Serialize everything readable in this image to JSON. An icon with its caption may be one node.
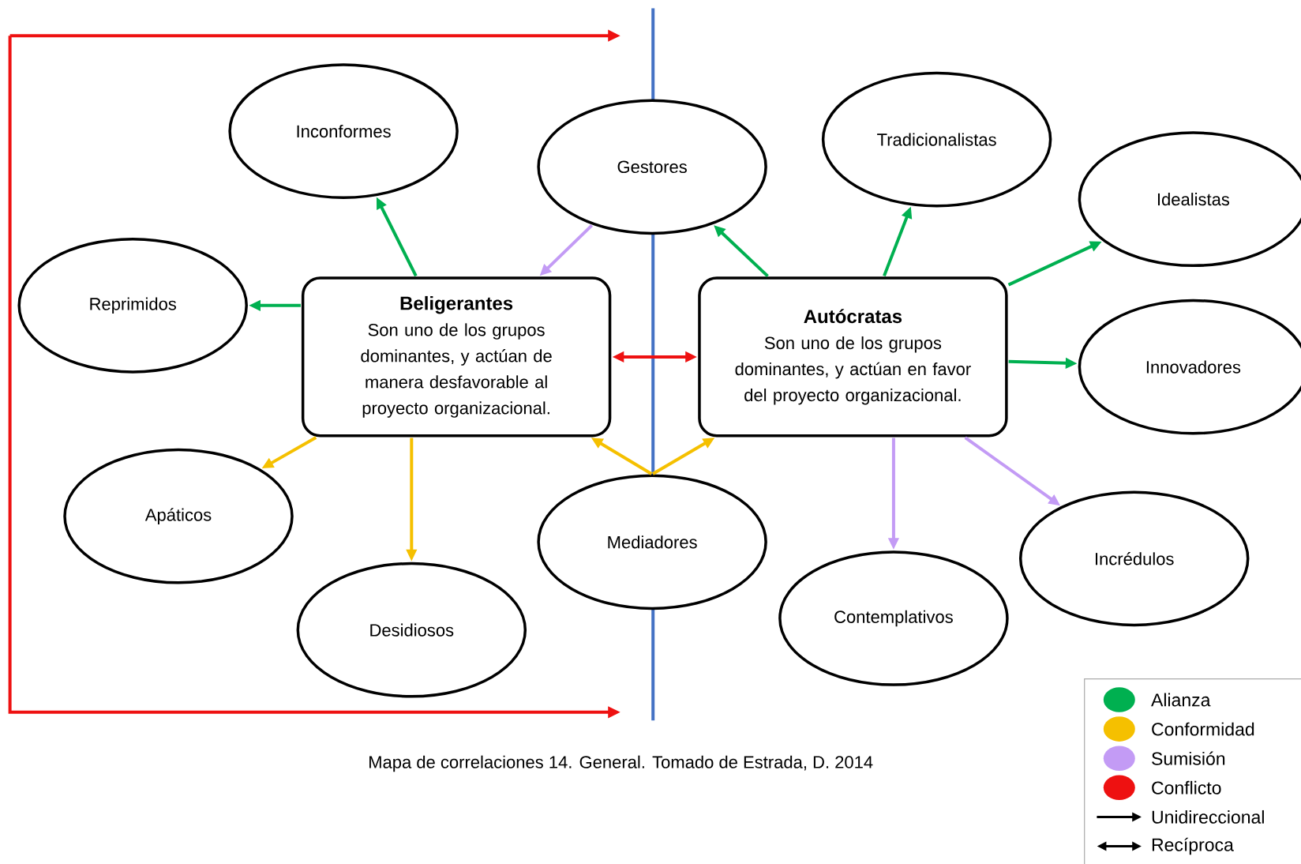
{
  "diagram": {
    "caption": "Mapa de correlaciones 14. General. Tomado de Estrada, D. 2014",
    "nodes": [
      {
        "text": [
          "Beligerantes",
          "Son uno de los grupos dominantes, y actúan de manera desfavorable al proyecto organizacional."
        ]
      },
      {
        "text": [
          "Autócratas",
          "Son uno de los grupos dominantes, y actúan en favor del proyecto organizacional."
        ]
      },
      {
        "text": [
          "Inconformes"
        ]
      },
      {
        "text": [
          "Gestores"
        ]
      },
      {
        "text": [
          "Tradicionalistas"
        ]
      },
      {
        "text": [
          "Idealistas"
        ]
      },
      {
        "text": [
          "Reprimidos"
        ]
      },
      {
        "text": [
          "Innovadores"
        ]
      },
      {
        "text": [
          "Apáticos"
        ]
      },
      {
        "text": [
          "Mediadores"
        ]
      },
      {
        "text": [
          "Incrédulos"
        ]
      },
      {
        "text": [
          "Desidiosos"
        ]
      },
      {
        "text": [
          "Contemplativos"
        ]
      }
    ],
    "edges": [
      {
        "from": 0,
        "to": 2,
        "arrow": "to",
        "color": "#00b050"
      },
      {
        "from": 0,
        "to": 6,
        "arrow": "to",
        "color": "#00b050"
      },
      {
        "from": 3,
        "to": 0,
        "arrow": "to",
        "color": "#c39bf5"
      },
      {
        "from": 0,
        "to": 1,
        "arrow": "both",
        "color": "#ee1111"
      },
      {
        "from": 0,
        "to": 8,
        "arrow": "to",
        "color": "#f5c000"
      },
      {
        "from": 0,
        "to": 11,
        "arrow": "to",
        "color": "#f5c000"
      },
      {
        "from": 9,
        "to": 0,
        "arrow": "to",
        "color": "#f5c000"
      },
      {
        "from": 9,
        "to": 1,
        "arrow": "to",
        "color": "#f5c000"
      },
      {
        "from": 1,
        "to": 3,
        "arrow": "to",
        "color": "#00b050"
      },
      {
        "from": 1,
        "to": 4,
        "arrow": "to",
        "color": "#00b050"
      },
      {
        "from": 1,
        "to": 5,
        "arrow": "to",
        "color": "#00b050"
      },
      {
        "from": 1,
        "to": 7,
        "arrow": "to",
        "color": "#00b050"
      },
      {
        "from": 1,
        "to": 12,
        "arrow": "to",
        "color": "#c39bf5"
      },
      {
        "from": 1,
        "to": 10,
        "arrow": "to",
        "color": "#c39bf5"
      }
    ],
    "legend": [
      {
        "text": "Alianza",
        "color": "#00b050"
      },
      {
        "text": "Conformidad",
        "color": "#f5c000"
      },
      {
        "text": "Sumisión",
        "color": "#c39bf5"
      },
      {
        "text": "Conflicto",
        "color": "#ee1111"
      },
      {
        "text": "Unidireccional"
      },
      {
        "text": "Recíproca"
      }
    ]
  }
}
